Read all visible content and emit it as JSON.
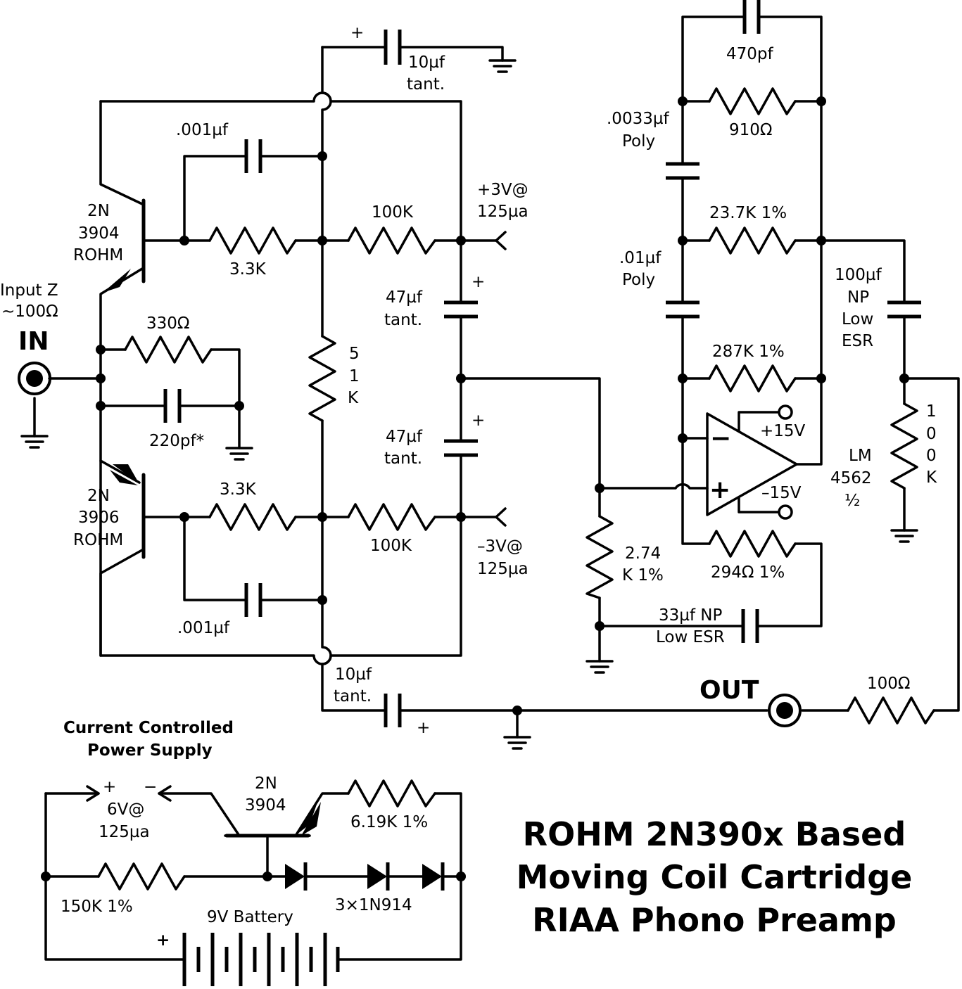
{
  "title": {
    "line1": "ROHM 2N390x Based",
    "line2": "Moving Coil Cartridge",
    "line3": "RIAA Phono Preamp"
  },
  "io": {
    "in_label": "IN",
    "out_label": "OUT",
    "input_z_1": "Input Z",
    "input_z_2": "~100Ω"
  },
  "input_stage": {
    "q1": [
      "2N",
      "3904",
      "ROHM"
    ],
    "q2": [
      "2N",
      "3906",
      "ROHM"
    ],
    "r_330": "330Ω",
    "c_220p": "220pf*",
    "c_top": ".001µf",
    "c_bottom": ".001µf",
    "r_33k_top": "3.3K",
    "r_33k_bottom": "3.3K",
    "r_100k_top": "100K",
    "r_100k_bottom": "100K",
    "r_51k": [
      "5",
      "1",
      "K"
    ],
    "c_47_top": [
      "47µf",
      "tant."
    ],
    "c_47_bottom": [
      "47µf",
      "tant."
    ],
    "c_10_top": [
      "10µf",
      "tant."
    ],
    "c_10_bottom": [
      "10µf",
      "tant."
    ],
    "plus": "+",
    "supply_pos": [
      "+3V@",
      "125µa"
    ],
    "supply_neg": [
      "–3V@",
      "125µa"
    ]
  },
  "riaa_stage": {
    "c_470p": "470pf",
    "c_0033": [
      ".0033µf",
      "Poly"
    ],
    "r_910": "910Ω",
    "r_237k": "23.7K 1%",
    "c_01": [
      ".01µf",
      "Poly"
    ],
    "r_287k": "287K 1%",
    "opamp": [
      "LM",
      "4562",
      "½"
    ],
    "v_pos": "+15V",
    "v_neg": "–15V",
    "minus_sign": "−",
    "plus_sign": "+",
    "r_274k": [
      "2.74",
      "K 1%"
    ],
    "r_294": "294Ω 1%",
    "c_33": [
      "33µf NP",
      "Low ESR"
    ],
    "c_100": [
      "100µf",
      "NP",
      "Low",
      "ESR"
    ],
    "r_100k_out": [
      "1",
      "0",
      "0",
      "K"
    ],
    "r_100_out": "100Ω"
  },
  "power_supply": {
    "heading": [
      "Current Controlled",
      "Power Supply"
    ],
    "terminal_plus": "+",
    "terminal_minus": "−",
    "output": [
      "6V@",
      "125µa"
    ],
    "transistor": [
      "2N",
      "3904"
    ],
    "r_619k": "6.19K 1%",
    "r_150k": "150K 1%",
    "diodes": "3×1N914",
    "battery": "9V Battery",
    "battery_plus": "+"
  }
}
